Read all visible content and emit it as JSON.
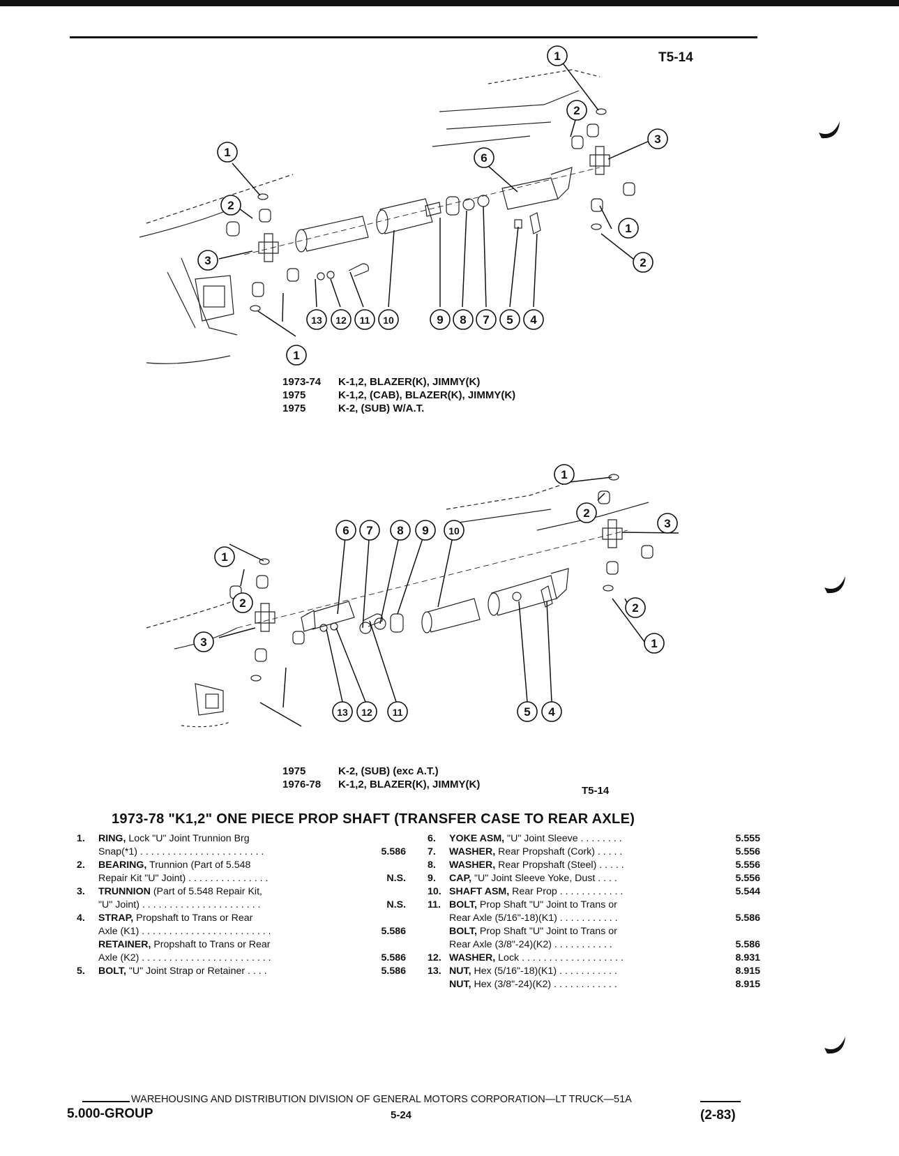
{
  "header": {
    "figure_code": "T5-14"
  },
  "diagram_top": {
    "callouts": [
      "1",
      "2",
      "3",
      "6",
      "1",
      "2",
      "1",
      "3",
      "2",
      "1",
      "13",
      "12",
      "11",
      "10",
      "9",
      "8",
      "7",
      "5",
      "4"
    ],
    "caption": [
      {
        "year": "1973-74",
        "text": "K-1,2, BLAZER(K), JIMMY(K)"
      },
      {
        "year": "1975",
        "text": "K-1,2, (CAB), BLAZER(K), JIMMY(K)"
      },
      {
        "year": "1975",
        "text": "K-2, (SUB) W/A.T."
      }
    ]
  },
  "diagram_bottom": {
    "callouts": [
      "1",
      "2",
      "3",
      "1",
      "2",
      "3",
      "2",
      "1",
      "6",
      "7",
      "8",
      "9",
      "10",
      "13",
      "12",
      "11",
      "5",
      "4"
    ],
    "caption": [
      {
        "year": "1975",
        "text": "K-2, (SUB) (exc A.T.)"
      },
      {
        "year": "1976-78",
        "text": "K-1,2, BLAZER(K), JIMMY(K)"
      }
    ],
    "figure_code": "T5-14"
  },
  "parts_title": "1973-78 \"K1,2\" ONE PIECE PROP SHAFT (TRANSFER CASE TO REAR AXLE)",
  "parts_left": [
    {
      "num": "1.",
      "bold": "RING,",
      "desc": " Lock \"U\" Joint Trunnion Brg",
      "ref": ""
    },
    {
      "num": "",
      "bold": "",
      "desc": "Snap(*1) . . . . . . . . . . . . . . . . . . . . . . .",
      "ref": "5.586"
    },
    {
      "num": "2.",
      "bold": "BEARING,",
      "desc": " Trunnion (Part of 5.548",
      "ref": ""
    },
    {
      "num": "",
      "bold": "",
      "desc": "Repair Kit \"U\" Joint) . . . . . . . . . . . . . . .",
      "ref": "N.S."
    },
    {
      "num": "3.",
      "bold": "TRUNNION",
      "desc": " (Part of 5.548 Repair Kit,",
      "ref": ""
    },
    {
      "num": "",
      "bold": "",
      "desc": "\"U\" Joint) . . . . . . . . . . . . . . . . . . . . . .",
      "ref": "N.S."
    },
    {
      "num": "4.",
      "bold": "STRAP,",
      "desc": " Propshaft to Trans or Rear",
      "ref": ""
    },
    {
      "num": "",
      "bold": "",
      "desc": "Axle (K1) . . . . . . . . . . . . . . . . . . . . . . . .",
      "ref": "5.586"
    },
    {
      "num": "",
      "bold": "RETAINER,",
      "desc": " Propshaft to Trans or Rear",
      "ref": ""
    },
    {
      "num": "",
      "bold": "",
      "desc": "Axle (K2) . . . . . . . . . . . . . . . . . . . . . . . .",
      "ref": "5.586"
    },
    {
      "num": "5.",
      "bold": "BOLT,",
      "desc": " \"U\" Joint Strap or Retainer . . . .",
      "ref": "5.586"
    }
  ],
  "parts_right": [
    {
      "num": "6.",
      "bold": "YOKE ASM,",
      "desc": " \"U\" Joint Sleeve . . . . . . . .",
      "ref": "5.555"
    },
    {
      "num": "7.",
      "bold": "WASHER,",
      "desc": " Rear Propshaft (Cork) . . . . .",
      "ref": "5.556"
    },
    {
      "num": "8.",
      "bold": "WASHER,",
      "desc": " Rear Propshaft (Steel) . . . . .",
      "ref": "5.556"
    },
    {
      "num": "9.",
      "bold": "CAP,",
      "desc": " \"U\" Joint Sleeve Yoke, Dust . . . .",
      "ref": "5.556"
    },
    {
      "num": "10.",
      "bold": "SHAFT ASM,",
      "desc": " Rear Prop . . . . . . . . . . . .",
      "ref": "5.544"
    },
    {
      "num": "11.",
      "bold": "BOLT,",
      "desc": " Prop Shaft \"U\" Joint to Trans or",
      "ref": ""
    },
    {
      "num": "",
      "bold": "",
      "desc": "Rear Axle (5/16\"-18)(K1) . . . . . . . . . . .",
      "ref": "5.586"
    },
    {
      "num": "",
      "bold": "BOLT,",
      "desc": " Prop Shaft \"U\" Joint to Trans or",
      "ref": ""
    },
    {
      "num": "",
      "bold": "",
      "desc": "Rear Axle (3/8\"-24)(K2) . . . . . . . . . . .",
      "ref": "5.586"
    },
    {
      "num": "12.",
      "bold": "WASHER,",
      "desc": " Lock . . . . . . . . . . . . . . . . . . .",
      "ref": "8.931"
    },
    {
      "num": "13.",
      "bold": "NUT,",
      "desc": " Hex (5/16\"-18)(K1) . . . . . . . . . . .",
      "ref": "8.915"
    },
    {
      "num": "",
      "bold": "NUT,",
      "desc": " Hex (3/8\"-24)(K2) . . . . . . . . . . . .",
      "ref": "8.915"
    }
  ],
  "footer": {
    "division": "WAREHOUSING AND DISTRIBUTION DIVISION OF GENERAL MOTORS CORPORATION—LT TRUCK—51A",
    "group": "5.000-GROUP",
    "page": "5-24",
    "date_code": "(2-83)"
  }
}
